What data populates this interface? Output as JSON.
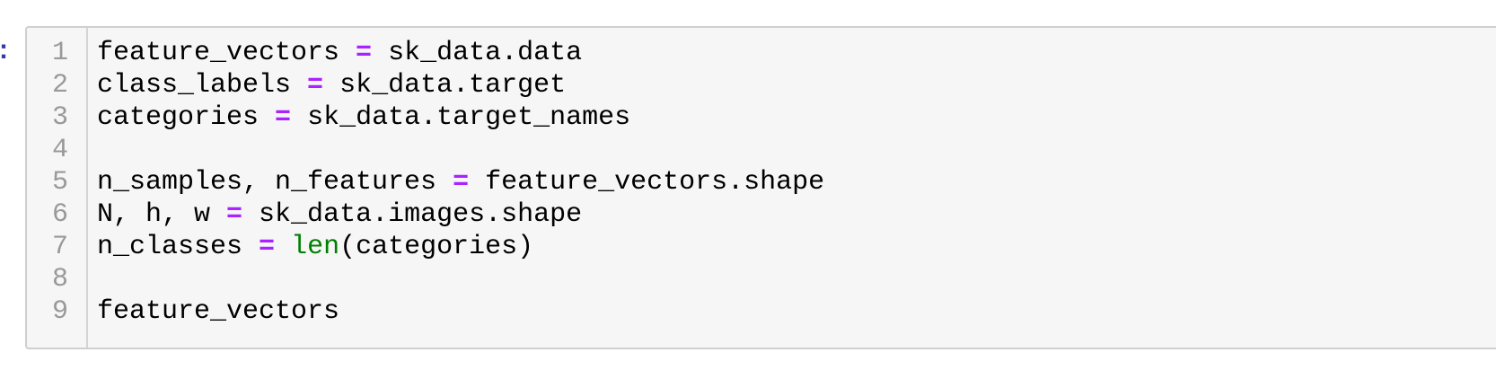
{
  "prompt": {
    "fragment": ":"
  },
  "colors": {
    "prompt_blue": "#303F9F",
    "operator_purple": "#AA22FF",
    "builtin_green": "#008000",
    "line_number_gray": "#999999",
    "cell_background": "#f6f6f6",
    "cell_border": "#cfcfcf"
  },
  "editor": {
    "line_numbers": [
      "1",
      "2",
      "3",
      "4",
      "5",
      "6",
      "7",
      "8",
      "9"
    ],
    "lines": [
      [
        {
          "c": "plain",
          "t": "feature_vectors "
        },
        {
          "c": "op",
          "t": "="
        },
        {
          "c": "plain",
          "t": " sk_data.data"
        }
      ],
      [
        {
          "c": "plain",
          "t": "class_labels "
        },
        {
          "c": "op",
          "t": "="
        },
        {
          "c": "plain",
          "t": " sk_data.target"
        }
      ],
      [
        {
          "c": "plain",
          "t": "categories "
        },
        {
          "c": "op",
          "t": "="
        },
        {
          "c": "plain",
          "t": " sk_data.target_names"
        }
      ],
      [],
      [
        {
          "c": "plain",
          "t": "n_samples, n_features "
        },
        {
          "c": "op",
          "t": "="
        },
        {
          "c": "plain",
          "t": " feature_vectors.shape"
        }
      ],
      [
        {
          "c": "plain",
          "t": "N, h, w "
        },
        {
          "c": "op",
          "t": "="
        },
        {
          "c": "plain",
          "t": " sk_data.images.shape"
        }
      ],
      [
        {
          "c": "plain",
          "t": "n_classes "
        },
        {
          "c": "op",
          "t": "="
        },
        {
          "c": "plain",
          "t": " "
        },
        {
          "c": "builtin",
          "t": "len"
        },
        {
          "c": "plain",
          "t": "(categories)"
        }
      ],
      [],
      [
        {
          "c": "plain",
          "t": "feature_vectors"
        }
      ]
    ]
  }
}
